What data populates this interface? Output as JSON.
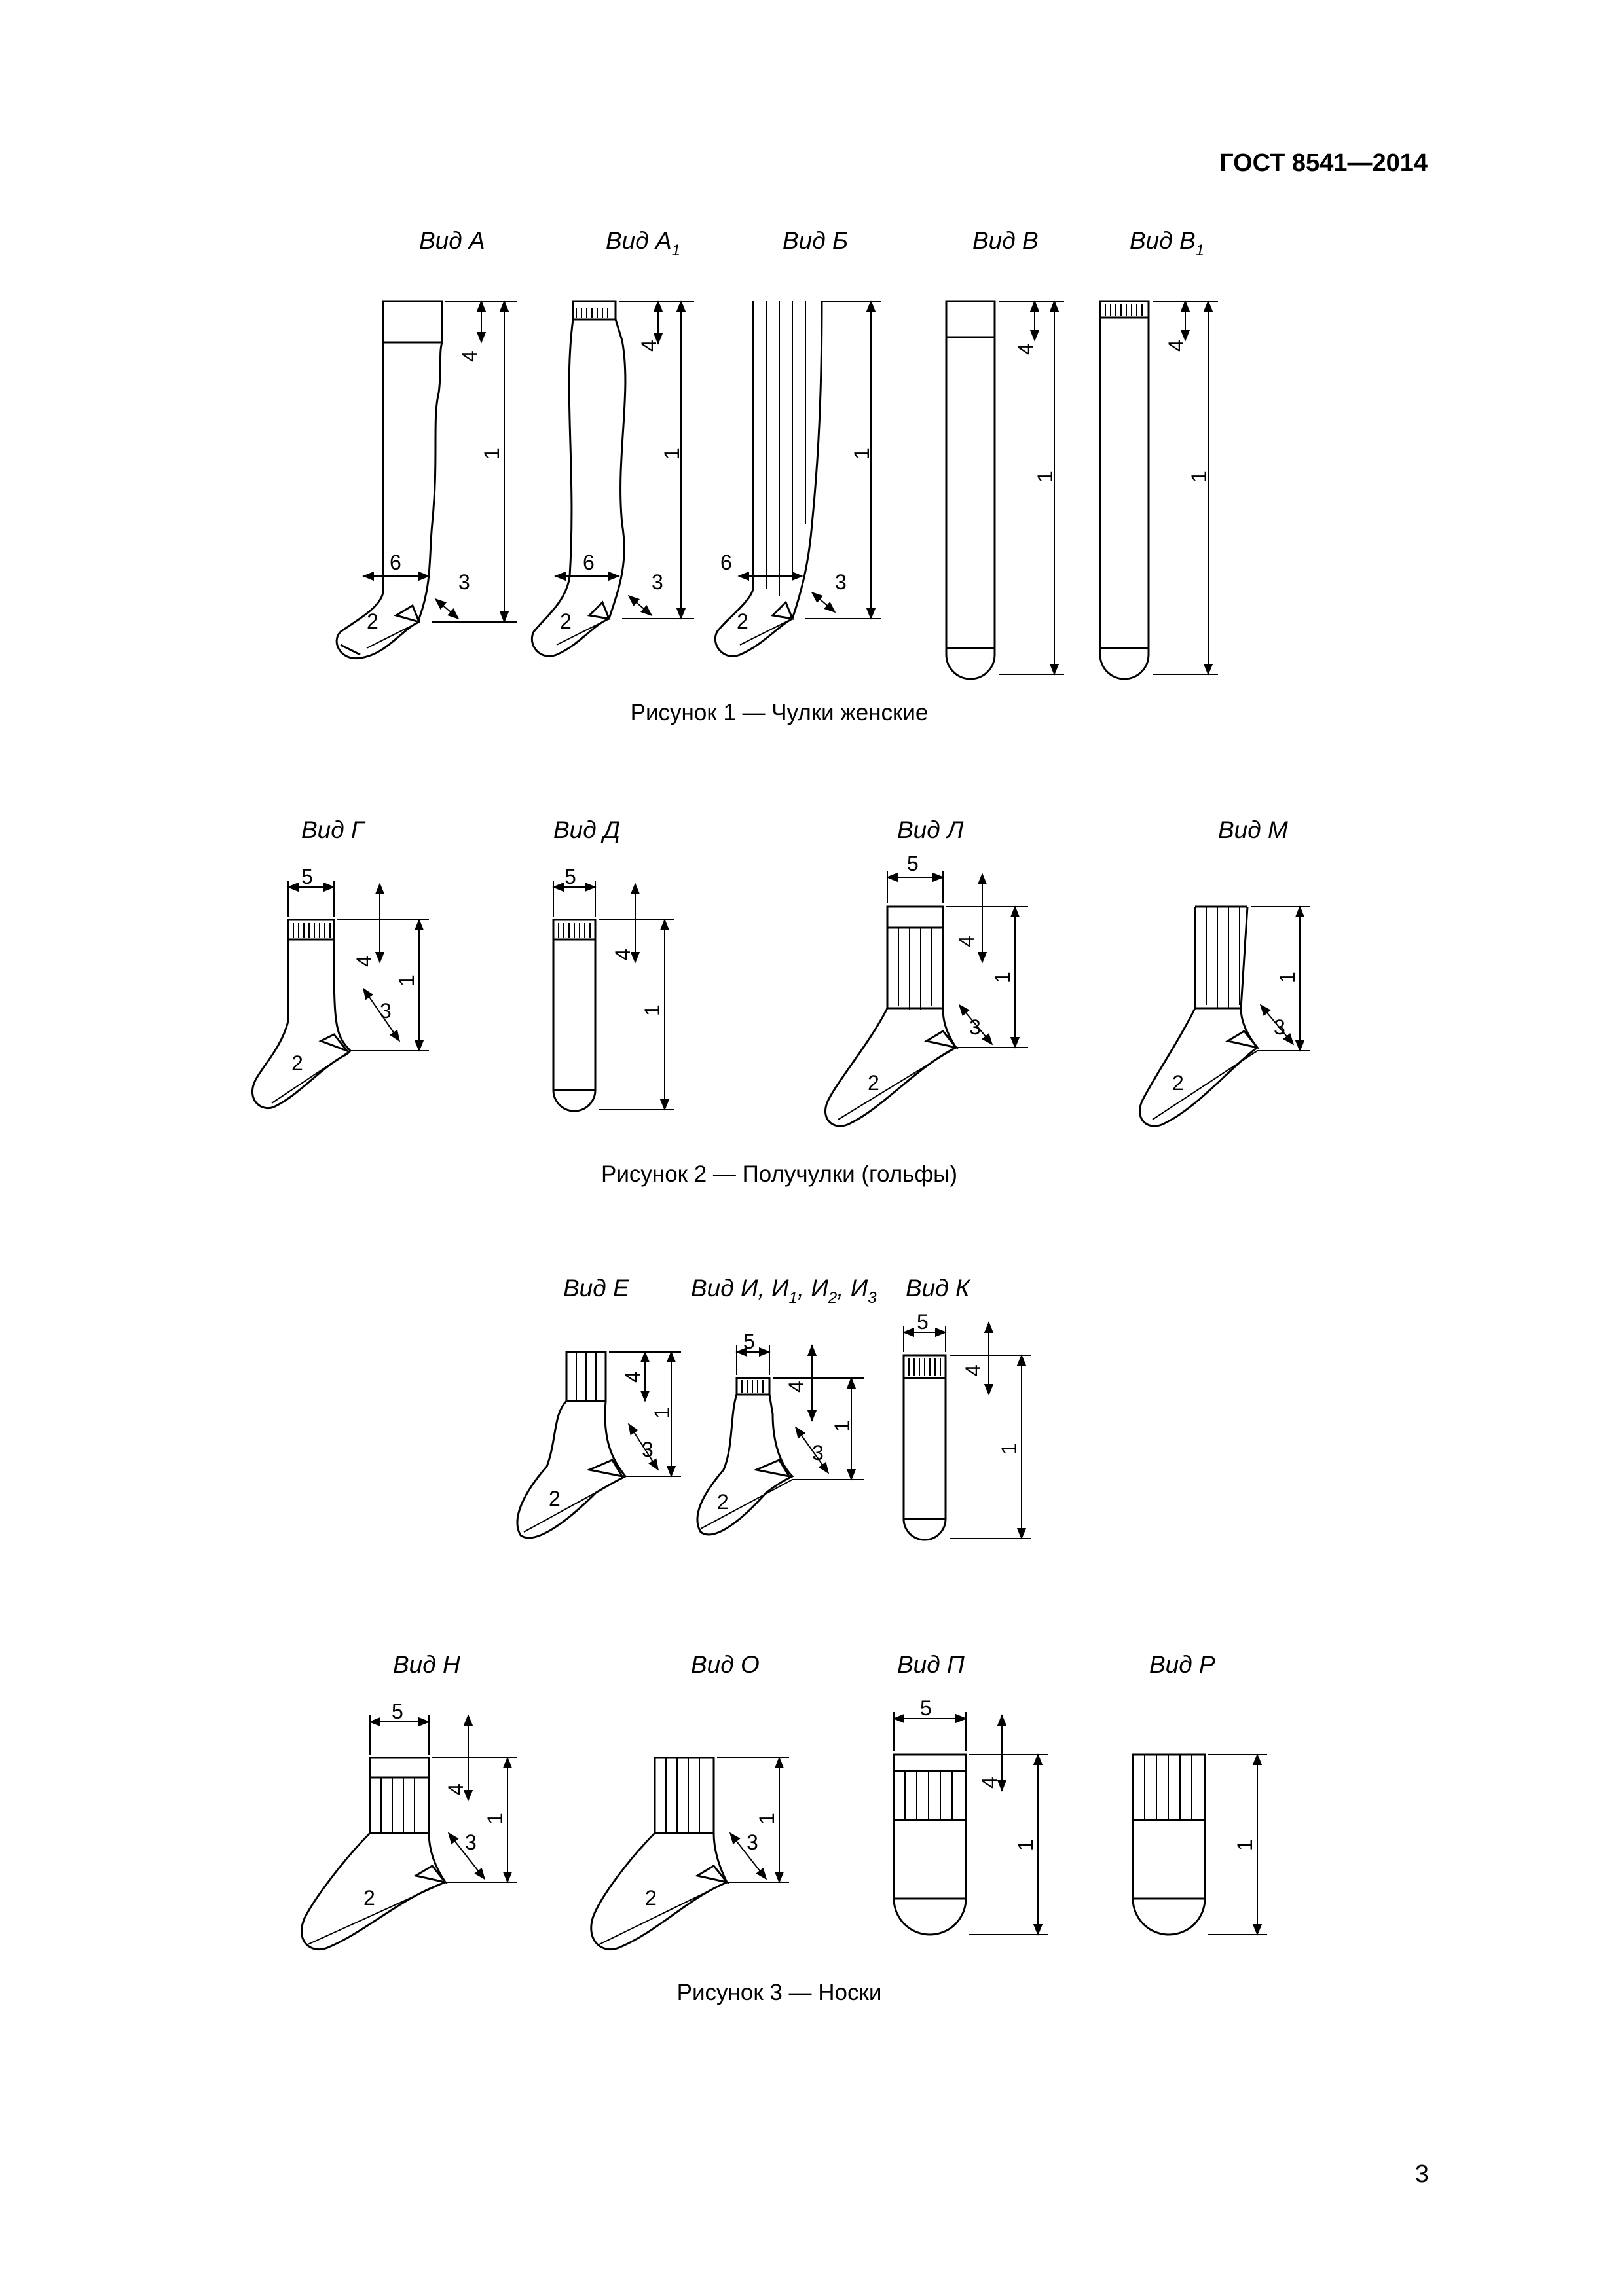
{
  "header": {
    "standard": "ГОСТ 8541—2014"
  },
  "page_number": "3",
  "figures": [
    {
      "caption": "Рисунок 1 — Чулки женские",
      "views": [
        {
          "prefix": "Вид А",
          "sub": ""
        },
        {
          "prefix": "Вид А",
          "sub": "1"
        },
        {
          "prefix": "Вид Б",
          "sub": ""
        },
        {
          "prefix": "Вид В",
          "sub": ""
        },
        {
          "prefix": "Вид В",
          "sub": "1"
        }
      ]
    },
    {
      "caption": "Рисунок 2 — Получулки (гольфы)",
      "views": [
        {
          "prefix": "Вид Г",
          "sub": ""
        },
        {
          "prefix": "Вид Д",
          "sub": ""
        },
        {
          "prefix": "Вид Л",
          "sub": ""
        },
        {
          "prefix": "Вид М",
          "sub": ""
        }
      ]
    },
    {
      "caption": "Рисунок 3 — Носки",
      "views": [
        {
          "prefix": "Вид Е",
          "sub": ""
        },
        {
          "prefix": "Вид И, И",
          "sub": "1",
          "p2": ", И",
          "s2": "2",
          "p3": ", И",
          "s3": "3"
        },
        {
          "prefix": "Вид К",
          "sub": ""
        },
        {
          "prefix": "Вид Н",
          "sub": ""
        },
        {
          "prefix": "Вид О",
          "sub": ""
        },
        {
          "prefix": "Вид П",
          "sub": ""
        },
        {
          "prefix": "Вид Р",
          "sub": ""
        }
      ]
    }
  ],
  "dimension_labels": {
    "d1": "1",
    "d2": "2",
    "d3": "3",
    "d4": "4",
    "d5": "5",
    "d6": "6"
  }
}
